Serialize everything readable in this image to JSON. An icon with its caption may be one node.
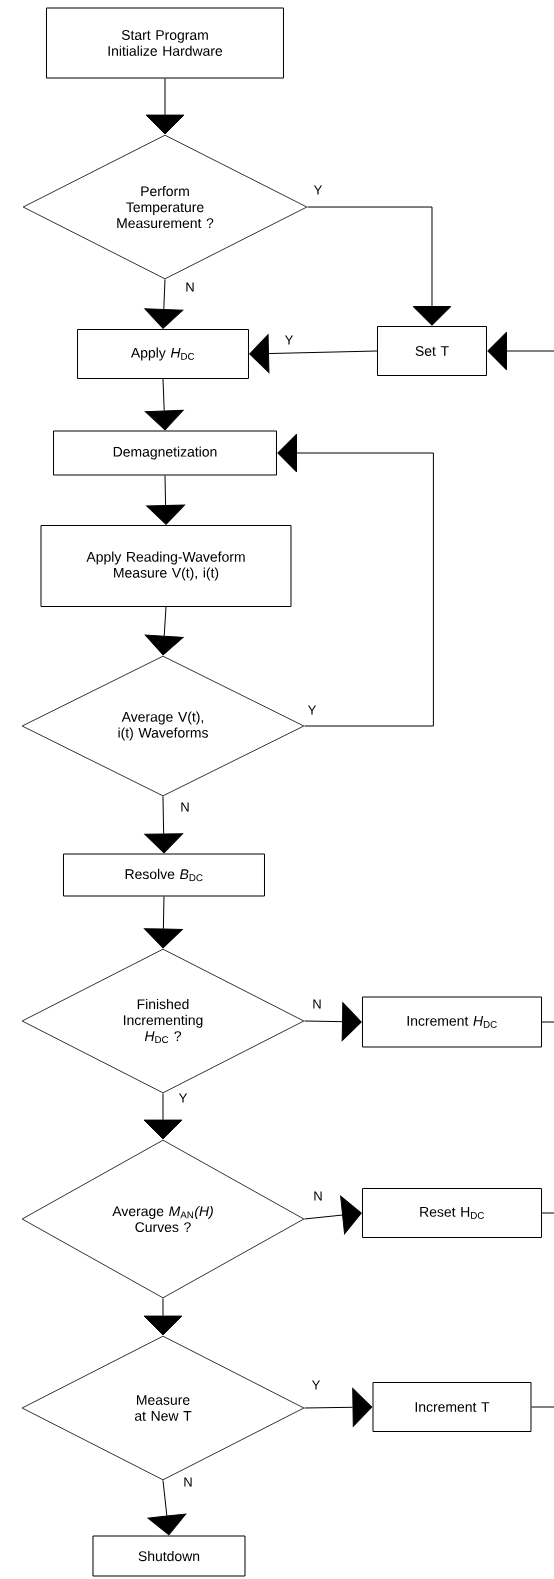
{
  "diagram": {
    "nodes": [
      {
        "text": [
          "Start Program Initialize Hardware"
        ]
      },
      {
        "text": [
          "Perform Temperature Measurement ?"
        ]
      },
      {
        "text": [
          "Set T"
        ]
      },
      {
        "text": [
          "Apply *H*$_{DC}$"
        ]
      },
      {
        "text": [
          "Demagnetization"
        ]
      },
      {
        "text": [
          "Apply Reading-Waveform Measure V(t), i(t)"
        ]
      },
      {
        "text": [
          "Average V(t), i(t) Waveforms"
        ]
      },
      {
        "text": [
          "Resolve *B*$_{DC}$"
        ]
      },
      {
        "text": [
          "Finished Incrementing *H*$_{DC}$ ?"
        ]
      },
      {
        "text": [
          "Increment *H*$_{DC}$"
        ]
      },
      {
        "text": [
          "Average *M*$_{AN}$*(H)* Curves ?"
        ]
      },
      {
        "text": [
          "Reset H$_{DC}$"
        ]
      },
      {
        "text": [
          "Measure at New T"
        ]
      },
      {
        "text": [
          "Increment T"
        ]
      },
      {
        "text": [
          "Shutdown"
        ]
      }
    ],
    "edges": [
      {
        "from": 0,
        "to": 1,
        "arrow": "to"
      },
      {
        "from": 1,
        "to": 2,
        "arrow": "to",
        "label": "Y"
      },
      {
        "from": 1,
        "to": 3,
        "arrow": "to",
        "label": "N"
      },
      {
        "from": 2,
        "to": 3,
        "arrow": "to",
        "label": "Y"
      },
      {
        "from": 3,
        "to": 4,
        "arrow": "to"
      },
      {
        "from": 4,
        "to": 5,
        "arrow": "to"
      },
      {
        "from": 5,
        "to": 6,
        "arrow": "to"
      },
      {
        "from": 6,
        "to": 4,
        "arrow": "to",
        "label": "Y"
      },
      {
        "from": 6,
        "to": 7,
        "arrow": "to",
        "label": "N"
      },
      {
        "from": 7,
        "to": 8,
        "arrow": "to"
      },
      {
        "from": 8,
        "to": 9,
        "arrow": "to",
        "label": "N"
      },
      {
        "from": 8,
        "to": 10,
        "arrow": "to",
        "label": "Y"
      },
      {
        "from": 10,
        "to": 11,
        "arrow": "to",
        "label": "N"
      },
      {
        "from": 10,
        "to": 12,
        "arrow": "to"
      },
      {
        "from": 12,
        "to": 13,
        "arrow": "to",
        "label": "Y"
      },
      {
        "from": 12,
        "to": 14,
        "arrow": "to",
        "label": "N"
      },
      {
        "from": 9,
        "to": null,
        "arrow": "none"
      },
      {
        "from": 11,
        "to": null,
        "arrow": "none"
      },
      {
        "from": 13,
        "to": null,
        "arrow": "none"
      },
      {
        "from": null,
        "to": 2,
        "arrow": "to"
      }
    ]
  }
}
